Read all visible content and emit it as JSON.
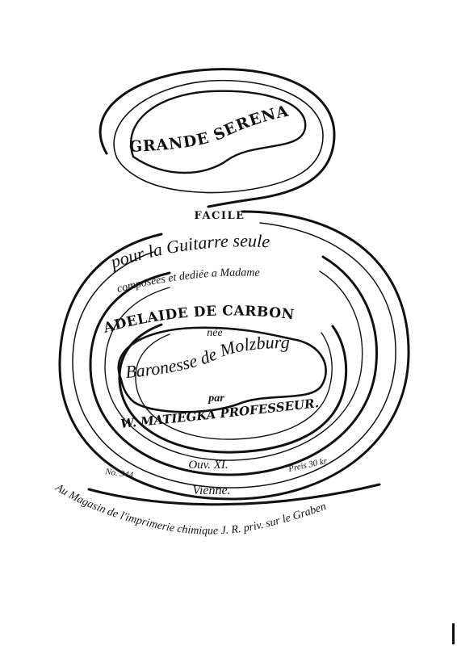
{
  "title_page": {
    "title": "GRANDE SERENADE",
    "difficulty": "FACILE",
    "instrument": "pour la Guitarre seule",
    "dedication": "composées et dediée a Madame",
    "dedicatee": "ADELAIDE DE CARBON",
    "nee": "née",
    "maiden_name": "Baronesse de Molzburg",
    "par": "par",
    "composer": "W. MATIEGKA PROFESSEUR.",
    "opus": "Ouv. XI.",
    "plate_number": "No. 344",
    "price": "Preis 30 kr",
    "city": "Vienne.",
    "publisher": "Au Magasin de l'imprimerie chimique J. R. priv. sur le Graben"
  },
  "colors": {
    "ink": "#111111",
    "paper": "#ffffff"
  }
}
